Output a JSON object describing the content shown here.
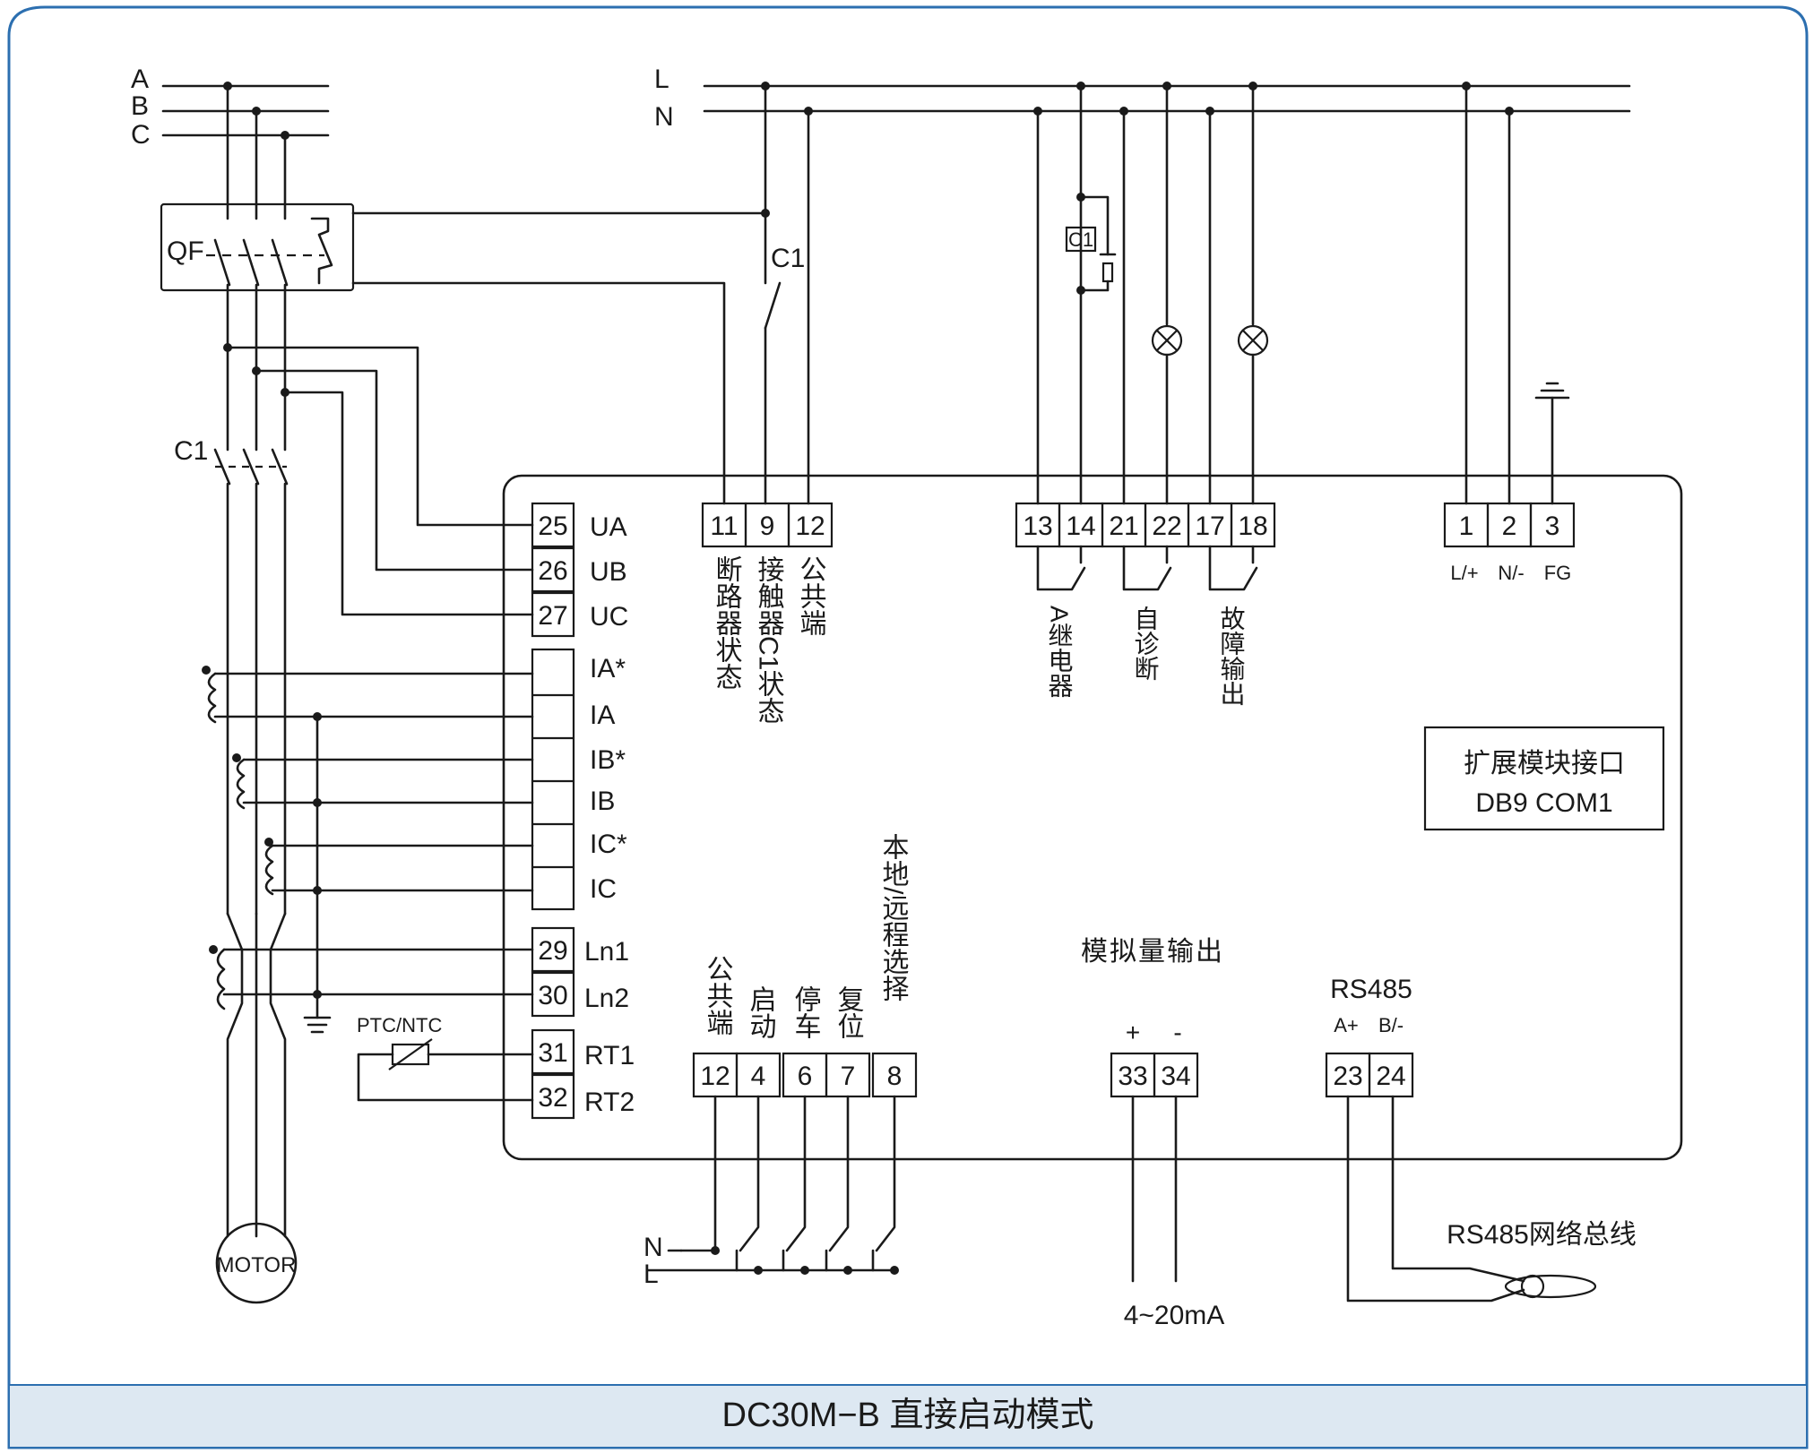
{
  "colors": {
    "frame": "#2c6fb0",
    "caption_bg": "#dde8f2",
    "line": "#1a1a1a"
  },
  "title": "DC30M−B 直接启动模式",
  "mains_three_phase": [
    "A",
    "B",
    "C"
  ],
  "mains_single_phase": [
    "L",
    "N"
  ],
  "breaker_label": "QF",
  "contactor_label": "C1",
  "relay_coil_label": "C1",
  "motor_label": "MOTOR",
  "sensor_label": "PTC/NTC",
  "voltage_terminals": [
    {
      "num": "25",
      "label": "UA"
    },
    {
      "num": "26",
      "label": "UB"
    },
    {
      "num": "27",
      "label": "UC"
    }
  ],
  "current_terminals": [
    "IA*",
    "IA",
    "IB*",
    "IB",
    "IC*",
    "IC"
  ],
  "leakage_terminals": [
    {
      "num": "29",
      "label": "Ln1"
    },
    {
      "num": "30",
      "label": "Ln2"
    }
  ],
  "temp_terminals": [
    {
      "num": "31",
      "label": "RT1"
    },
    {
      "num": "32",
      "label": "RT2"
    }
  ],
  "status_terminals": {
    "nums": [
      "11",
      "9",
      "12"
    ],
    "labels": [
      "断路器状态",
      "接触器C1状态",
      "公共端"
    ]
  },
  "relay_terminals": {
    "nums": [
      "13",
      "14",
      "21",
      "22",
      "17",
      "18"
    ],
    "labels": [
      "A继电器",
      "自诊断",
      "故障输出"
    ]
  },
  "power_terminals": {
    "nums": [
      "1",
      "2",
      "3"
    ],
    "labels": [
      "L/+",
      "N/-",
      "FG"
    ]
  },
  "expansion_box": {
    "line1": "扩展模块接口",
    "line2": "DB9 COM1"
  },
  "input_terminals": {
    "nums": [
      "12",
      "4",
      "6",
      "7",
      "8"
    ],
    "labels": [
      "公共端",
      "启动",
      "停车",
      "复位",
      "本地/远程选择"
    ]
  },
  "analog_output": {
    "title": "模拟量输出",
    "polarity": [
      "+",
      "-"
    ],
    "nums": [
      "33",
      "34"
    ],
    "range": "4~20mA"
  },
  "rs485": {
    "title": "RS485",
    "polarity": [
      "A+",
      "B/-"
    ],
    "nums": [
      "23",
      "24"
    ],
    "bus": "RS485网络总线"
  },
  "input_supply": [
    "N",
    "L"
  ]
}
